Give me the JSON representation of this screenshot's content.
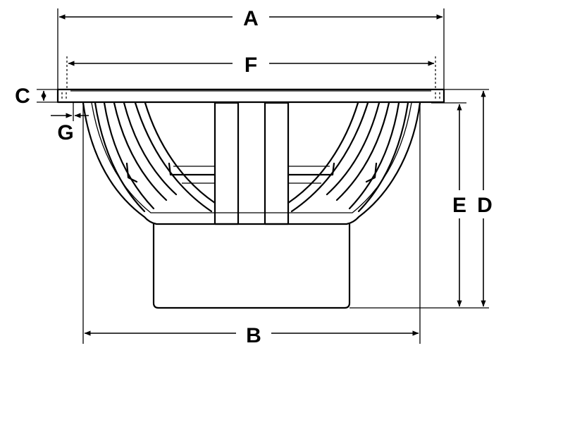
{
  "diagram": {
    "labels": {
      "a": "A",
      "b": "B",
      "c": "C",
      "d": "D",
      "e": "E",
      "f": "F",
      "g": "G"
    },
    "line_color": "#000000",
    "background": "#ffffff"
  }
}
